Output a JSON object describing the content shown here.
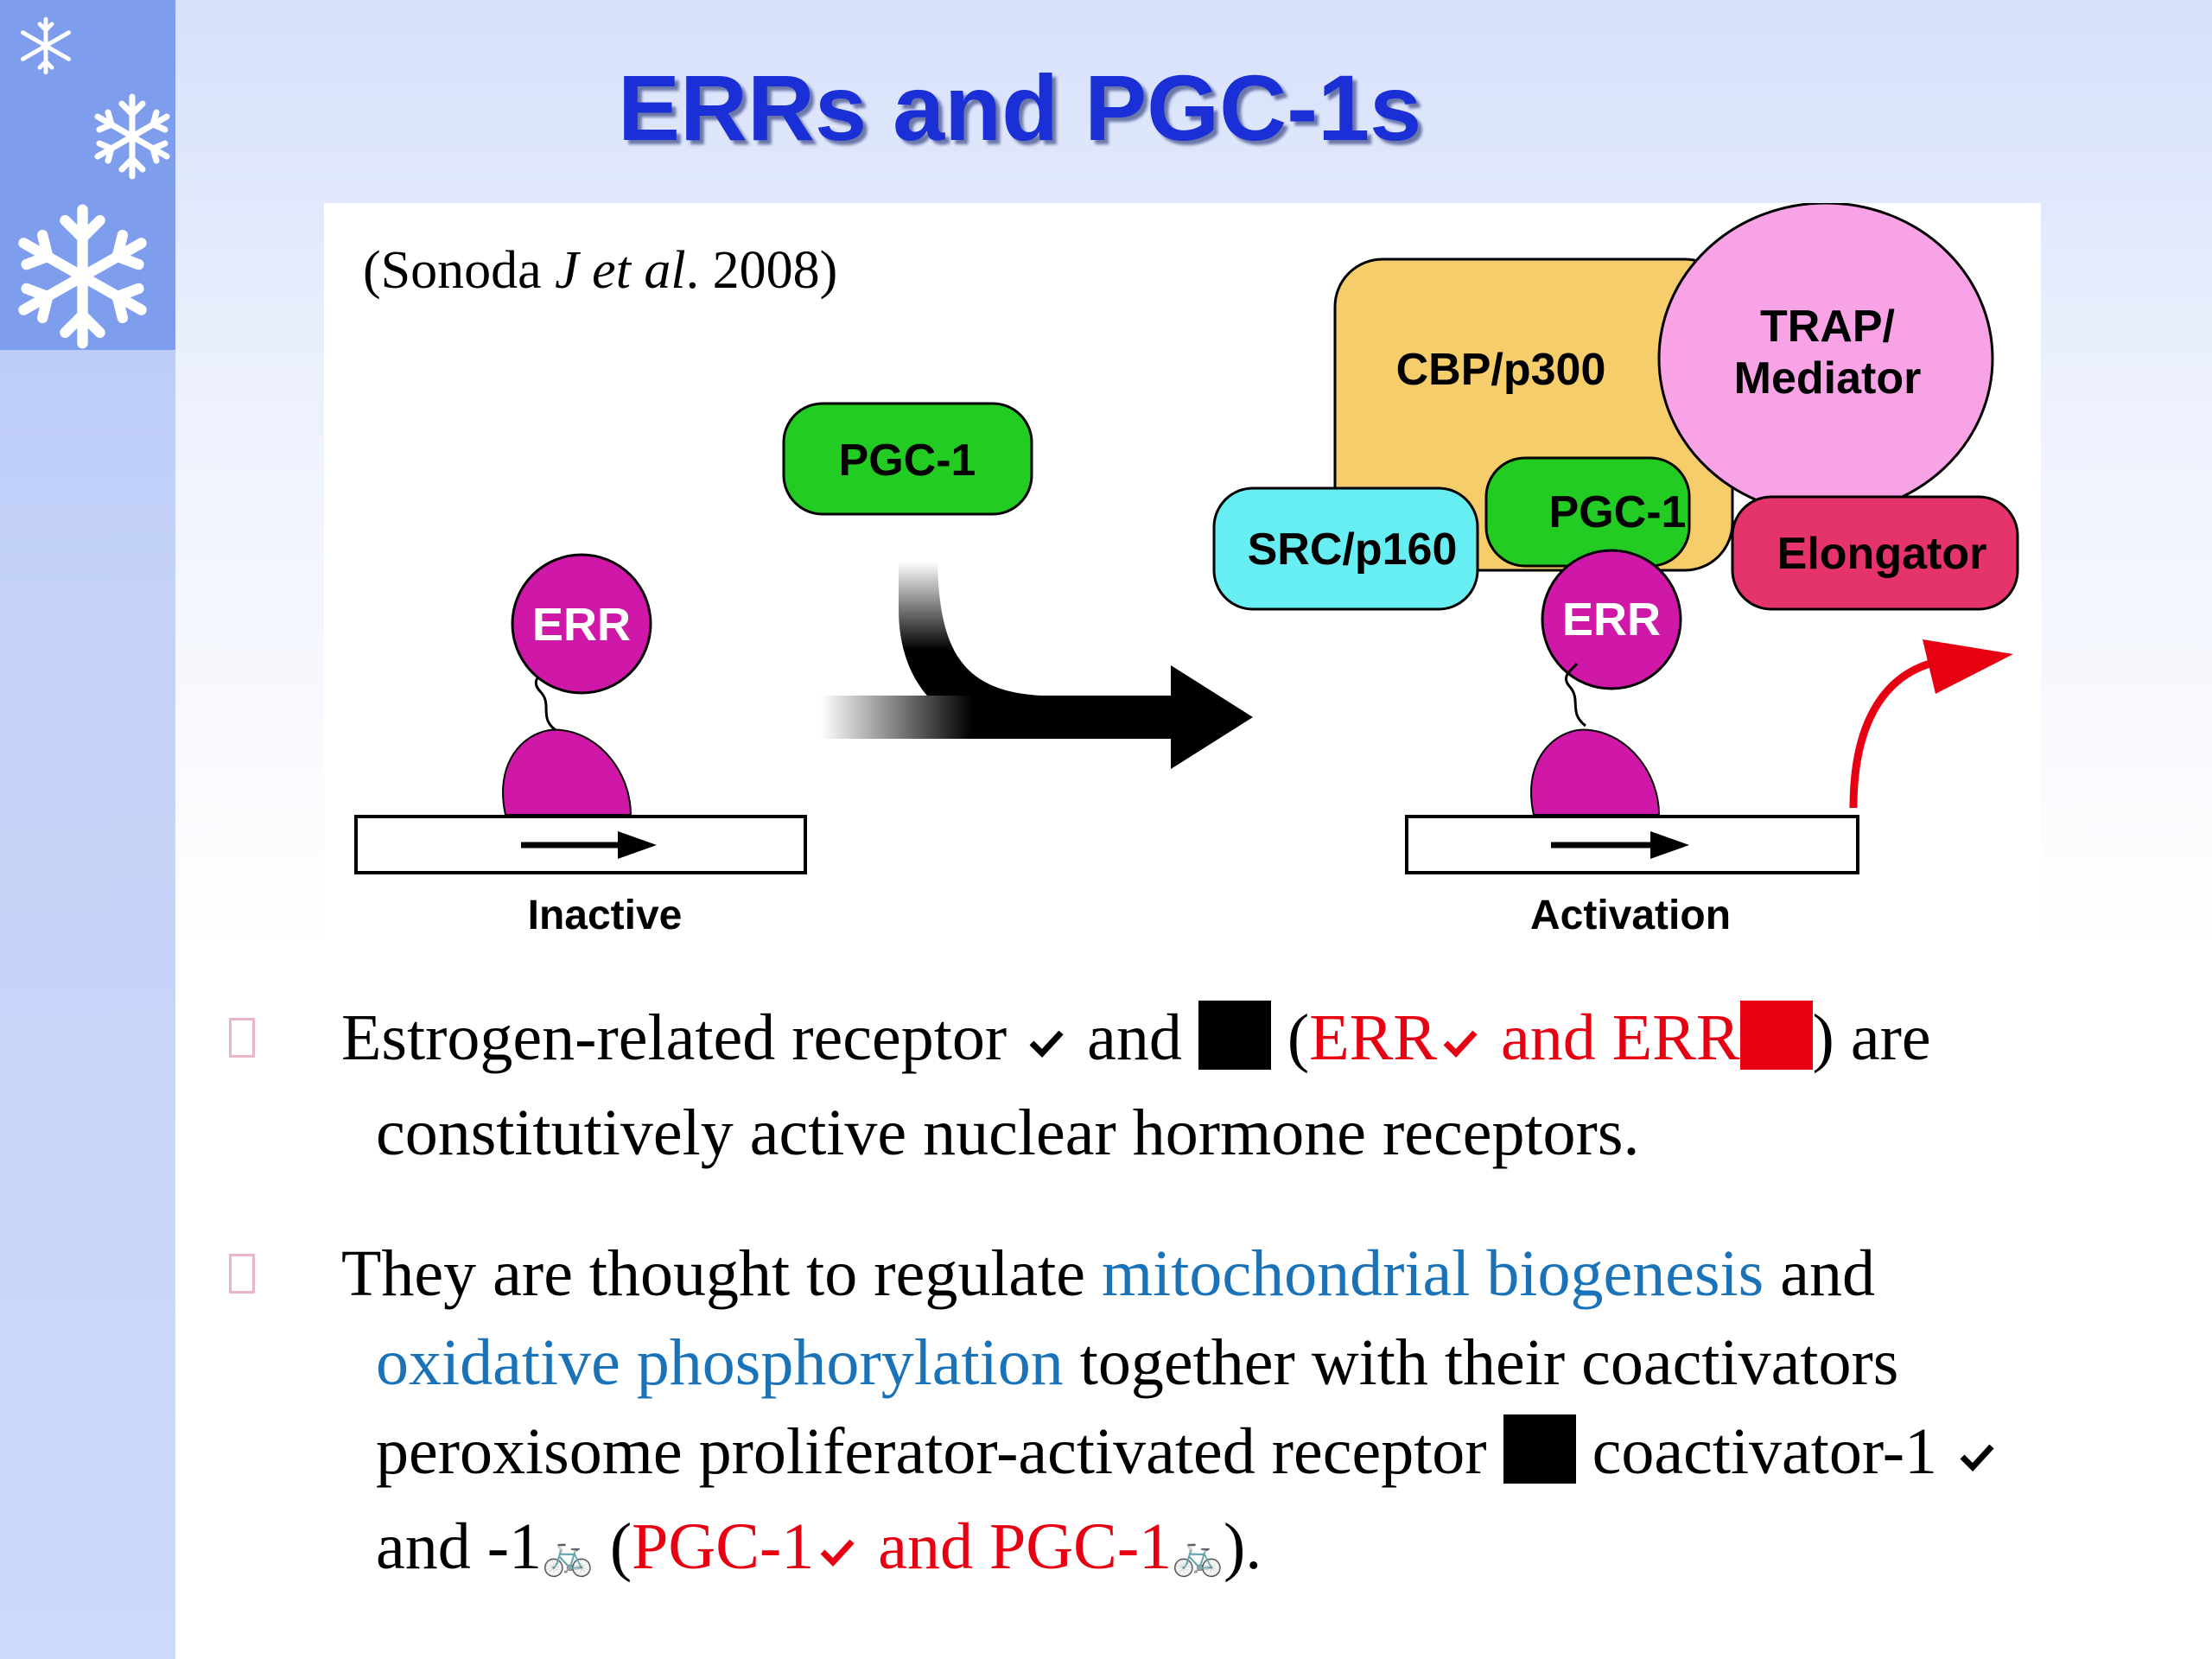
{
  "title": "ERRs and PGC-1s",
  "citation": {
    "prefix": "(Sonoda ",
    "italic": "J et al",
    "suffix": ". 2008)"
  },
  "figure": {
    "left": {
      "err_label": "ERR",
      "pgc_label": "PGC-1",
      "caption": "Inactive"
    },
    "right": {
      "cbp_label": "CBP/p300",
      "trap_label_line1": "TRAP/",
      "trap_label_line2": "Mediator",
      "src_label": "SRC/p160",
      "pgc_label": "PGC-1",
      "elongator_label": "Elongator",
      "err_label": "ERR",
      "caption": "Activation"
    }
  },
  "bullets": [
    {
      "parts": {
        "a": "Estrogen-related receptor ",
        "b": " and ",
        "c": " (",
        "d": "ERR",
        "e": " and ERR",
        "f": ") are",
        "g": "constitutively active nuclear hormone receptors."
      }
    },
    {
      "parts": {
        "a": "They are  thought to regulate ",
        "b": "mitochondrial biogenesis",
        "c": " and",
        "d": "oxidative phosphorylation",
        "e": " together with their coactivators",
        "f": "peroxisome proliferator-activated receptor ",
        "g": " coactivator-1 ",
        "h": "and -1",
        "i": " (",
        "j": "PGC-1",
        "k": " and PGC-1",
        "l": ")."
      }
    }
  ],
  "colors": {
    "title": "#1a2fd6",
    "highlight_red": "#e60012",
    "highlight_blue": "#1a73b8",
    "pgc_green": "#22cc22",
    "err_magenta": "#cc00aa",
    "cbp_yellow": "#f5cd6a",
    "trap_pink": "#f7a3e6",
    "src_cyan": "#67eef2",
    "elongator_red": "#e5336b"
  },
  "icons": {
    "bullet": "square-bullet-icon",
    "check": "check-icon",
    "bike": "bicycle-icon",
    "flakes": [
      "snowflake-icon",
      "snowflake-icon",
      "snowflake-icon"
    ]
  },
  "bike_glyph": "🚲"
}
